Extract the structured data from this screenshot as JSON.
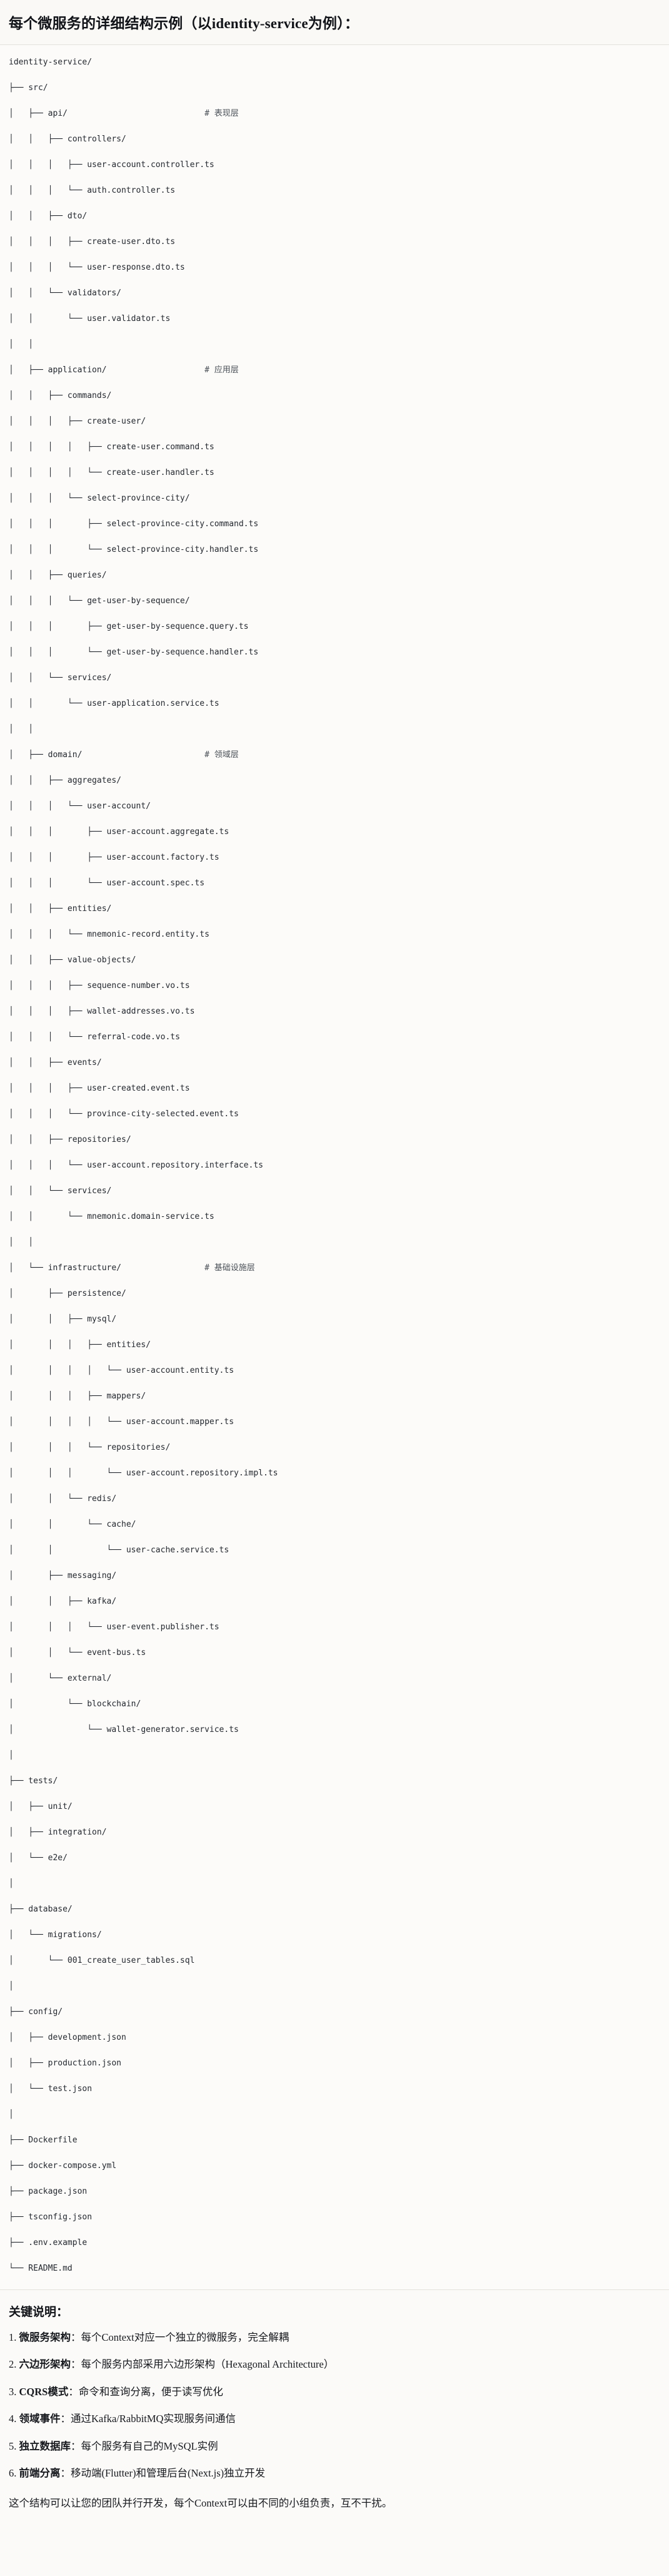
{
  "header": {
    "title": "每个微服务的详细结构示例（以identity-service为例）："
  },
  "tree": {
    "root_label": "identity-service/",
    "lines": [
      {
        "text": "identity-service/",
        "comment": ""
      },
      {
        "text": "├── src/",
        "comment": ""
      },
      {
        "text": "│   ├── api/",
        "comment": "# 表现层"
      },
      {
        "text": "│   │   ├── controllers/",
        "comment": ""
      },
      {
        "text": "│   │   │   ├── user-account.controller.ts",
        "comment": ""
      },
      {
        "text": "│   │   │   └── auth.controller.ts",
        "comment": ""
      },
      {
        "text": "│   │   ├── dto/",
        "comment": ""
      },
      {
        "text": "│   │   │   ├── create-user.dto.ts",
        "comment": ""
      },
      {
        "text": "│   │   │   └── user-response.dto.ts",
        "comment": ""
      },
      {
        "text": "│   │   └── validators/",
        "comment": ""
      },
      {
        "text": "│   │       └── user.validator.ts",
        "comment": ""
      },
      {
        "text": "│   │",
        "comment": ""
      },
      {
        "text": "│   ├── application/",
        "comment": "# 应用层"
      },
      {
        "text": "│   │   ├── commands/",
        "comment": ""
      },
      {
        "text": "│   │   │   ├── create-user/",
        "comment": ""
      },
      {
        "text": "│   │   │   │   ├── create-user.command.ts",
        "comment": ""
      },
      {
        "text": "│   │   │   │   └── create-user.handler.ts",
        "comment": ""
      },
      {
        "text": "│   │   │   └── select-province-city/",
        "comment": ""
      },
      {
        "text": "│   │   │       ├── select-province-city.command.ts",
        "comment": ""
      },
      {
        "text": "│   │   │       └── select-province-city.handler.ts",
        "comment": ""
      },
      {
        "text": "│   │   ├── queries/",
        "comment": ""
      },
      {
        "text": "│   │   │   └── get-user-by-sequence/",
        "comment": ""
      },
      {
        "text": "│   │   │       ├── get-user-by-sequence.query.ts",
        "comment": ""
      },
      {
        "text": "│   │   │       └── get-user-by-sequence.handler.ts",
        "comment": ""
      },
      {
        "text": "│   │   └── services/",
        "comment": ""
      },
      {
        "text": "│   │       └── user-application.service.ts",
        "comment": ""
      },
      {
        "text": "│   │",
        "comment": ""
      },
      {
        "text": "│   ├── domain/",
        "comment": "# 领域层"
      },
      {
        "text": "│   │   ├── aggregates/",
        "comment": ""
      },
      {
        "text": "│   │   │   └── user-account/",
        "comment": ""
      },
      {
        "text": "│   │   │       ├── user-account.aggregate.ts",
        "comment": ""
      },
      {
        "text": "│   │   │       ├── user-account.factory.ts",
        "comment": ""
      },
      {
        "text": "│   │   │       └── user-account.spec.ts",
        "comment": ""
      },
      {
        "text": "│   │   ├── entities/",
        "comment": ""
      },
      {
        "text": "│   │   │   └── mnemonic-record.entity.ts",
        "comment": ""
      },
      {
        "text": "│   │   ├── value-objects/",
        "comment": ""
      },
      {
        "text": "│   │   │   ├── sequence-number.vo.ts",
        "comment": ""
      },
      {
        "text": "│   │   │   ├── wallet-addresses.vo.ts",
        "comment": ""
      },
      {
        "text": "│   │   │   └── referral-code.vo.ts",
        "comment": ""
      },
      {
        "text": "│   │   ├── events/",
        "comment": ""
      },
      {
        "text": "│   │   │   ├── user-created.event.ts",
        "comment": ""
      },
      {
        "text": "│   │   │   └── province-city-selected.event.ts",
        "comment": ""
      },
      {
        "text": "│   │   ├── repositories/",
        "comment": ""
      },
      {
        "text": "│   │   │   └── user-account.repository.interface.ts",
        "comment": ""
      },
      {
        "text": "│   │   └── services/",
        "comment": ""
      },
      {
        "text": "│   │       └── mnemonic.domain-service.ts",
        "comment": ""
      },
      {
        "text": "│   │",
        "comment": ""
      },
      {
        "text": "│   └── infrastructure/",
        "comment": "# 基础设施层"
      },
      {
        "text": "│       ├── persistence/",
        "comment": ""
      },
      {
        "text": "│       │   ├── mysql/",
        "comment": ""
      },
      {
        "text": "│       │   │   ├── entities/",
        "comment": ""
      },
      {
        "text": "│       │   │   │   └── user-account.entity.ts",
        "comment": ""
      },
      {
        "text": "│       │   │   ├── mappers/",
        "comment": ""
      },
      {
        "text": "│       │   │   │   └── user-account.mapper.ts",
        "comment": ""
      },
      {
        "text": "│       │   │   └── repositories/",
        "comment": ""
      },
      {
        "text": "│       │   │       └── user-account.repository.impl.ts",
        "comment": ""
      },
      {
        "text": "│       │   └── redis/",
        "comment": ""
      },
      {
        "text": "│       │       └── cache/",
        "comment": ""
      },
      {
        "text": "│       │           └── user-cache.service.ts",
        "comment": ""
      },
      {
        "text": "│       ├── messaging/",
        "comment": ""
      },
      {
        "text": "│       │   ├── kafka/",
        "comment": ""
      },
      {
        "text": "│       │   │   └── user-event.publisher.ts",
        "comment": ""
      },
      {
        "text": "│       │   └── event-bus.ts",
        "comment": ""
      },
      {
        "text": "│       └── external/",
        "comment": ""
      },
      {
        "text": "│           └── blockchain/",
        "comment": ""
      },
      {
        "text": "│               └── wallet-generator.service.ts",
        "comment": ""
      },
      {
        "text": "│",
        "comment": ""
      },
      {
        "text": "├── tests/",
        "comment": ""
      },
      {
        "text": "│   ├── unit/",
        "comment": ""
      },
      {
        "text": "│   ├── integration/",
        "comment": ""
      },
      {
        "text": "│   └── e2e/",
        "comment": ""
      },
      {
        "text": "│",
        "comment": ""
      },
      {
        "text": "├── database/",
        "comment": ""
      },
      {
        "text": "│   └── migrations/",
        "comment": ""
      },
      {
        "text": "│       └── 001_create_user_tables.sql",
        "comment": ""
      },
      {
        "text": "│",
        "comment": ""
      },
      {
        "text": "├── config/",
        "comment": ""
      },
      {
        "text": "│   ├── development.json",
        "comment": ""
      },
      {
        "text": "│   ├── production.json",
        "comment": ""
      },
      {
        "text": "│   └── test.json",
        "comment": ""
      },
      {
        "text": "│",
        "comment": ""
      },
      {
        "text": "├── Dockerfile",
        "comment": ""
      },
      {
        "text": "├── docker-compose.yml",
        "comment": ""
      },
      {
        "text": "├── package.json",
        "comment": ""
      },
      {
        "text": "├── tsconfig.json",
        "comment": ""
      },
      {
        "text": "├── .env.example",
        "comment": ""
      },
      {
        "text": "└── README.md",
        "comment": ""
      }
    ],
    "comment_column": 40
  },
  "notes": {
    "title": "关键说明：",
    "items": [
      {
        "num": "1.",
        "term": "微服务架构",
        "desc": "：每个Context对应一个独立的微服务，完全解耦"
      },
      {
        "num": "2.",
        "term": "六边形架构",
        "desc": "：每个服务内部采用六边形架构（Hexagonal Architecture）"
      },
      {
        "num": "3.",
        "term": "CQRS模式",
        "desc": "：命令和查询分离，便于读写优化"
      },
      {
        "num": "4.",
        "term": "领域事件",
        "desc": "：通过Kafka/RabbitMQ实现服务间通信"
      },
      {
        "num": "5.",
        "term": "独立数据库",
        "desc": "：每个服务有自己的MySQL实例"
      },
      {
        "num": "6.",
        "term": "前端分离",
        "desc": "：移动端(Flutter)和管理后台(Next.js)独立开发"
      }
    ],
    "closing": "这个结构可以让您的团队并行开发，每个Context可以由不同的小组负责，互不干扰。"
  },
  "colors": {
    "page_background": "#fbfaf8",
    "code_background": "#fcfbf9",
    "text": "#16181d",
    "comment": "#4b5158",
    "divider": "#e3e1dc"
  }
}
